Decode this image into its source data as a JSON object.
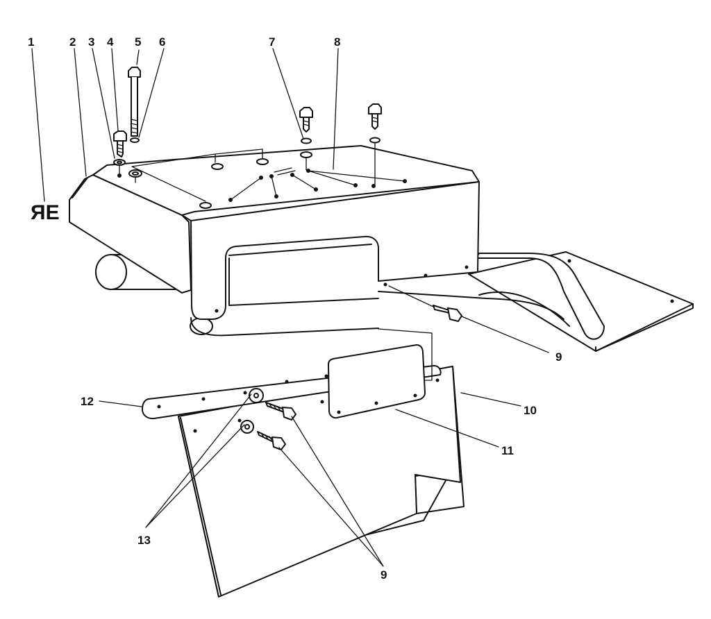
{
  "diagram": {
    "callouts": [
      {
        "id": "1",
        "text": "1"
      },
      {
        "id": "2",
        "text": "2"
      },
      {
        "id": "3",
        "text": "3"
      },
      {
        "id": "4",
        "text": "4"
      },
      {
        "id": "5",
        "text": "5"
      },
      {
        "id": "6",
        "text": "6"
      },
      {
        "id": "7",
        "text": "7"
      },
      {
        "id": "8",
        "text": "8"
      },
      {
        "id": "9a",
        "text": "9"
      },
      {
        "id": "9b",
        "text": "9"
      },
      {
        "id": "10",
        "text": "10"
      },
      {
        "id": "11",
        "text": "11"
      },
      {
        "id": "12",
        "text": "12"
      },
      {
        "id": "13",
        "text": "13"
      }
    ],
    "decal_text": "ЯE",
    "colors": {
      "ink": "#111111",
      "paper": "#ffffff"
    }
  }
}
